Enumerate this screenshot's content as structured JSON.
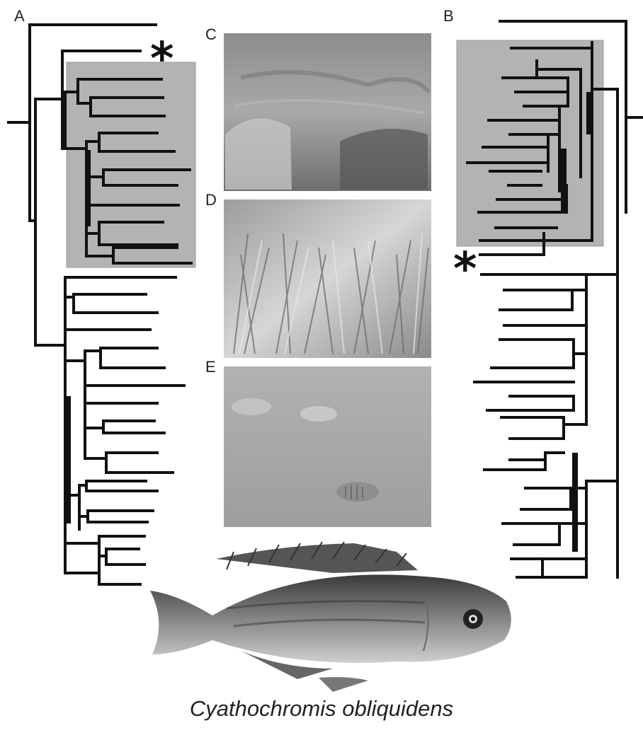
{
  "panels": {
    "a": "A",
    "b": "B",
    "c": "C",
    "d": "D",
    "e": "E"
  },
  "markers": {
    "star_a": "*",
    "star_b": "*"
  },
  "species_caption": "Cyathochromis obliquidens",
  "colors": {
    "branch": "#111111",
    "highlight_box": "#b3b3b3",
    "photo_c": "#9a9a9a",
    "photo_d": "#b4b4b4",
    "photo_e": "#a8a8a8"
  }
}
